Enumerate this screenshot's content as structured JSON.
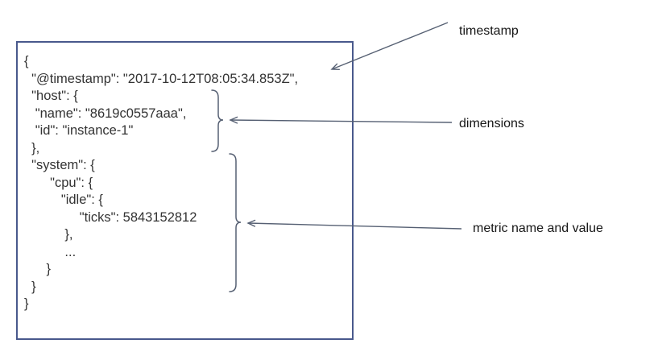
{
  "figure": {
    "document": {
      "lines": [
        "{",
        "  \"@timestamp\": \"2017-10-12T08:05:34.853Z\",",
        "  \"host\": {",
        "   \"name\": \"8619c0557aaa\",",
        "   \"id\": \"instance-1\"",
        "  },",
        "  \"system\": {",
        "       \"cpu\": {",
        "          \"idle\": {",
        "               \"ticks\": 5843152812",
        "           },",
        "           ...",
        "      }",
        "  }",
        "}"
      ]
    },
    "annotations": {
      "timestamp": {
        "label": "timestamp"
      },
      "dimensions": {
        "label": "dimensions"
      },
      "metric": {
        "label": "metric name and value"
      }
    },
    "colors": {
      "background": "#ffffff",
      "box_border": "#49598c",
      "code_text": "#333333",
      "annotation_line": "#566073",
      "label_text": "#161616"
    }
  }
}
